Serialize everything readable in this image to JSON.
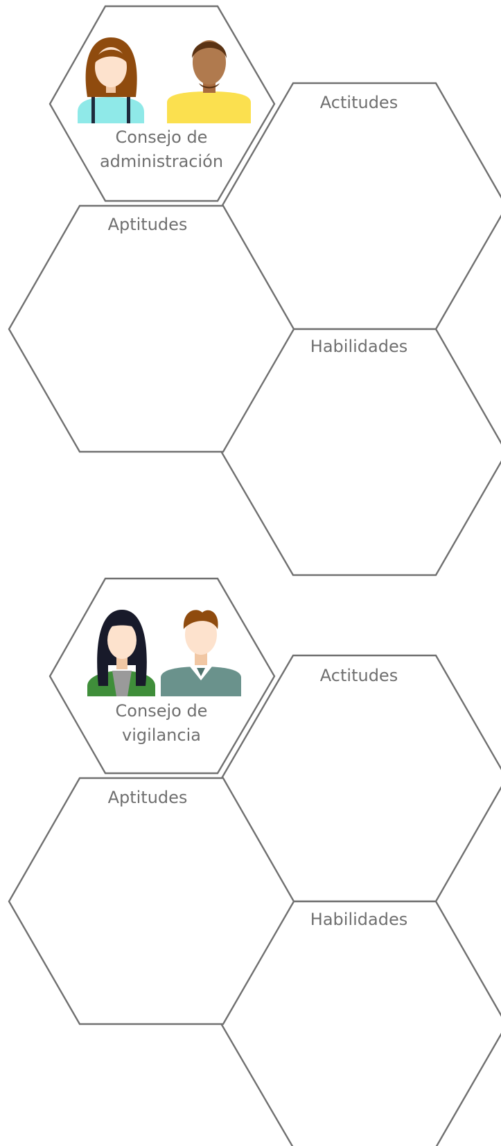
{
  "colors": {
    "stroke": "#707070",
    "text": "#6f6f6f",
    "background": "#ffffff"
  },
  "groups": [
    {
      "title_line1": "Consejo de",
      "title_line2": "administración",
      "people": [
        "woman-avatar-icon",
        "man-avatar-icon"
      ],
      "cells": {
        "actitudes": "Actitudes",
        "aptitudes": "Aptitudes",
        "habilidades": "Habilidades"
      }
    },
    {
      "title_line1": "Consejo de",
      "title_line2": "vigilancia",
      "people": [
        "woman-avatar-icon",
        "man-avatar-icon"
      ],
      "cells": {
        "actitudes": "Actitudes",
        "aptitudes": "Aptitudes",
        "habilidades": "Habilidades"
      }
    }
  ]
}
